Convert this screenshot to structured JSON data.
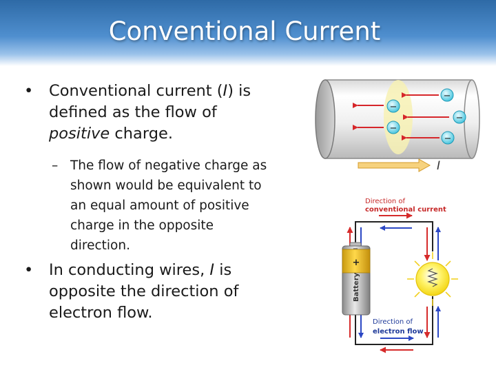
{
  "slide": {
    "title": "Conventional Current",
    "bullet1": {
      "symbol": "•",
      "line1_pre": "Conventional current (",
      "line1_var": "I",
      "line1_post": ") is",
      "line2": "defined as the flow of",
      "line3_em": "positive",
      "line3_post": " charge."
    },
    "sub_bullet": {
      "symbol": "–",
      "lines": [
        "The flow of negative charge as",
        "shown would be equivalent to",
        "an equal amount of positive",
        "charge in the opposite",
        "direction."
      ]
    },
    "bullet2": {
      "symbol": "•",
      "line1_pre": "In conducting wires, ",
      "line1_var": "I",
      "line1_post": " is",
      "line2": "opposite the direction of",
      "line3": "electron flow."
    }
  },
  "figure": {
    "current_symbol": "I",
    "charge_symbol": "−",
    "battery_positive": "+",
    "battery_negative": "−",
    "battery_label": "Battery",
    "conventional_label_line1": "Direction of",
    "conventional_label_line2": "conventional current",
    "electron_label_line1": "Direction of",
    "electron_label_line2": "electron flow",
    "colors": {
      "conventional_arrow": "#d6262a",
      "electron_arrow": "#2b47c4",
      "wire_arrow": "#d62a2a",
      "electron": "#3fc2dc",
      "current_arrow": "#f6d27e",
      "label_red": "#c62828",
      "label_blue": "#1f3a99"
    }
  }
}
